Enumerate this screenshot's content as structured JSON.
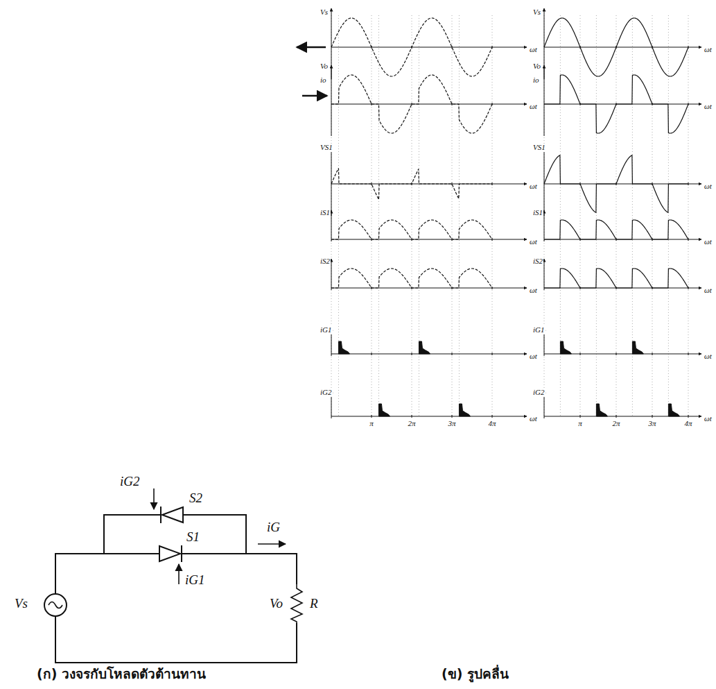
{
  "diagram": {
    "labels": [
      "iG2",
      "S2",
      "S1",
      "iG",
      "Vs",
      "iG1",
      "Vo",
      "R",
      "(ก) วงจรกับโหลดตัวต้านทาน",
      "(ข) รูปคลื่น",
      "Vs",
      "Vo",
      "io",
      "VS1",
      "iS1",
      "iS2",
      "iG1",
      "iG2",
      "ωt",
      "ωt",
      "ωt",
      "ωt",
      "ωt",
      "ωt",
      "ωt",
      "π",
      "2π",
      "3π",
      "4π",
      "Vs",
      "Vo",
      "io",
      "VS1",
      "iS1",
      "iS2",
      "iG1",
      "iG2",
      "ωt",
      "ωt",
      "ωt",
      "ωt",
      "ωt",
      "ωt",
      "ωt",
      "π",
      "2π",
      "3π",
      "4π"
    ]
  }
}
